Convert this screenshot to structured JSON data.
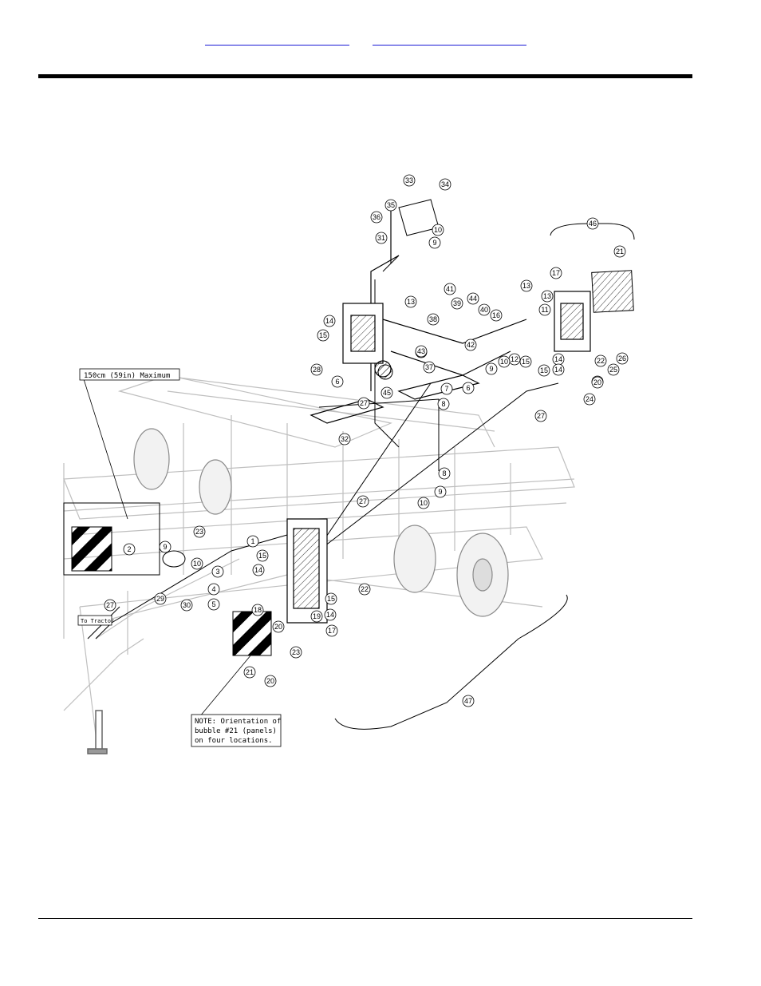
{
  "header": {
    "links": [
      {
        "text": ""
      },
      {
        "text": ""
      }
    ]
  },
  "diagram": {
    "notes": {
      "max_width": "150cm (59in) Maximum",
      "to_tractor": "To Tractor",
      "orientation_line1": "NOTE: Orientation of",
      "orientation_line2": "bubble #21 (panels)",
      "orientation_line3": "on four locations."
    },
    "callouts": [
      "33",
      "34",
      "35",
      "36",
      "31",
      "10",
      "9",
      "46",
      "21",
      "41",
      "39",
      "44",
      "40",
      "13",
      "17",
      "13",
      "11",
      "13",
      "14",
      "15",
      "38",
      "16",
      "42",
      "43",
      "12",
      "10",
      "15",
      "14",
      "15",
      "14",
      "28",
      "6",
      "43",
      "37",
      "9",
      "45",
      "7",
      "6",
      "8",
      "20",
      "26",
      "22",
      "25",
      "20",
      "24",
      "27",
      "32",
      "27",
      "8",
      "9",
      "10",
      "27",
      "23",
      "9",
      "2",
      "1",
      "10",
      "3",
      "15",
      "14",
      "22",
      "4",
      "5",
      "29",
      "30",
      "18",
      "15",
      "14",
      "17",
      "27",
      "20",
      "23",
      "19",
      "21",
      "20",
      "47"
    ]
  }
}
